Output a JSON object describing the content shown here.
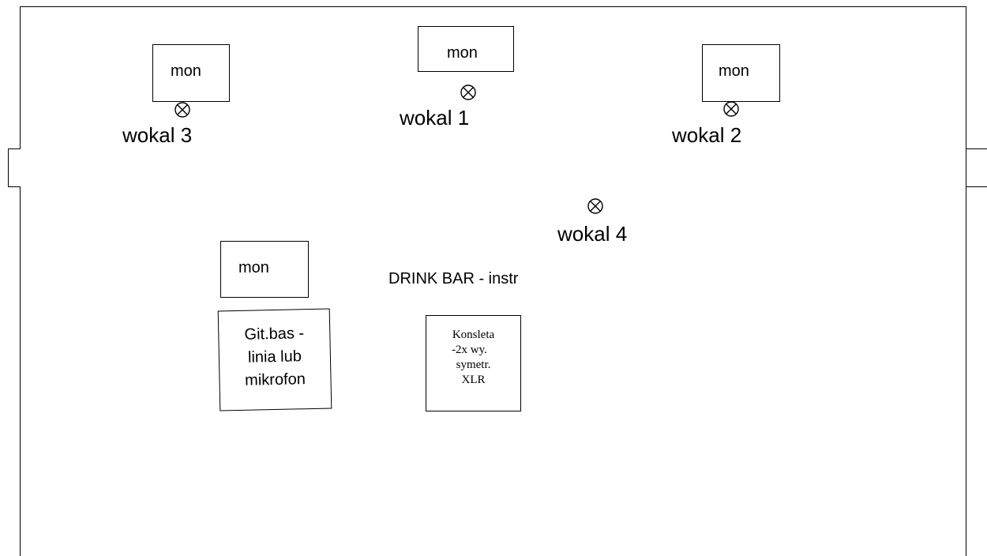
{
  "monitor_label": "mon",
  "vocals": {
    "v1": "wokal 1",
    "v2": "wokal 2",
    "v3": "wokal 3",
    "v4": "wokal 4"
  },
  "band_name": "DRINK BAR - instr",
  "bass": {
    "line1": "Git.bas -",
    "line2": "linia lub",
    "line3": "mikrofon"
  },
  "console": {
    "line1": "Konsleta",
    "line2": "-2x wy.",
    "line3": "symetr.",
    "line4": "XLR"
  },
  "icons": {
    "microphone": "circle-with-x"
  }
}
